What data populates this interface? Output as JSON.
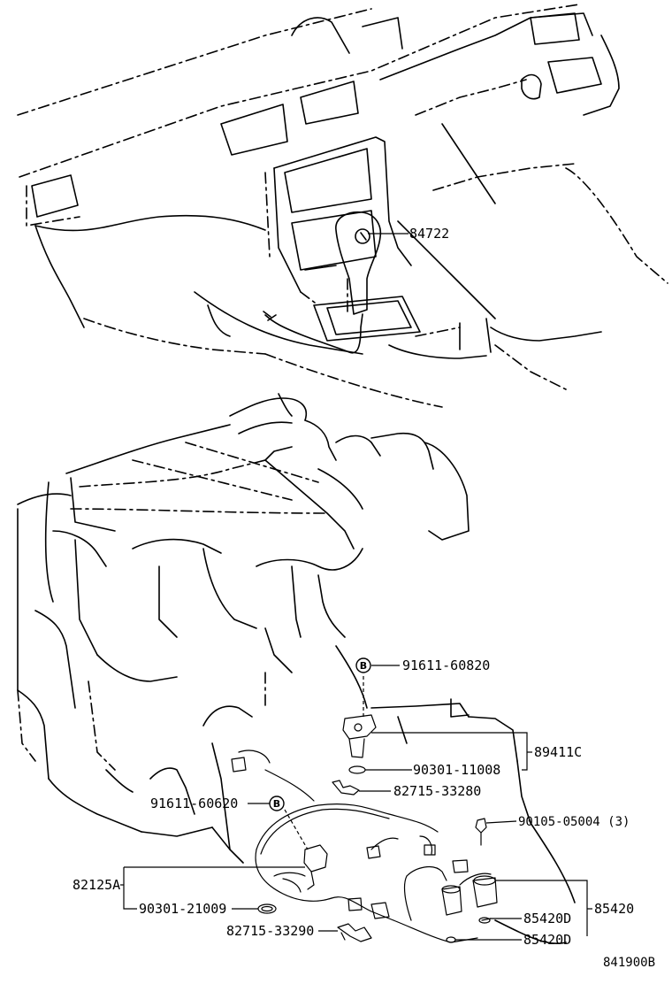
{
  "parts": {
    "p84722": "84722",
    "p91611_60820": "91611-60820",
    "p89411C": "89411C",
    "p90301_11008": "90301-11008",
    "p82715_33280": "82715-33280",
    "p91611_60620": "91611-60620",
    "p90105_05004": "90105-05004 (3)",
    "p82125A": "82125A",
    "p90301_21009": "90301-21009",
    "p85420D_a": "85420D",
    "p85420": "85420",
    "p82715_33290": "82715-33290",
    "p85420D_b": "85420D"
  },
  "badges": {
    "b1": "B",
    "b2": "B"
  },
  "diagram_code": "841900B"
}
